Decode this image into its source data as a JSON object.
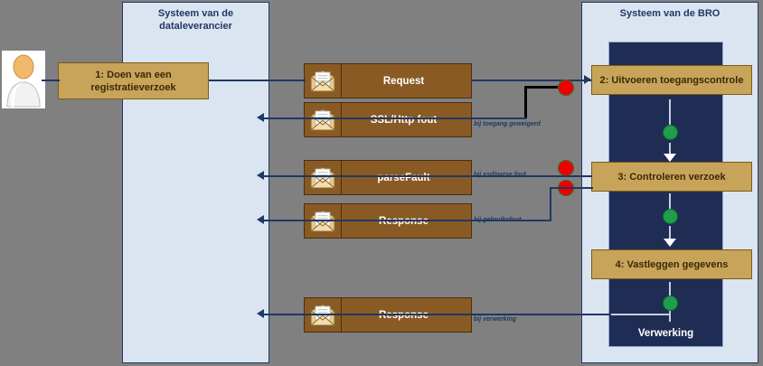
{
  "diagram": {
    "title_datalever": "Systeem van de dataleverancier",
    "title_bro": "Systeem van de BRO",
    "verwerking_label": "Verwerking"
  },
  "actor": {
    "name": "actor-person-icon"
  },
  "activities": [
    {
      "id": "a1",
      "label": "1: Doen van een registratieverzoek"
    },
    {
      "id": "a2",
      "label": "2: Uitvoeren toegangscontrole"
    },
    {
      "id": "a3",
      "label": "3:  Controleren verzoek"
    },
    {
      "id": "a4",
      "label": "4: Vastleggen gegevens"
    }
  ],
  "messages": [
    {
      "id": "m1",
      "label": "Request",
      "icon": "envelope-icon"
    },
    {
      "id": "m2",
      "label": "SSL/Http fout",
      "icon": "envelope-icon"
    },
    {
      "id": "m3",
      "label": "parseFault",
      "icon": "envelope-icon"
    },
    {
      "id": "m4",
      "label": "Response",
      "icon": "envelope-icon"
    },
    {
      "id": "m5",
      "label": "Response",
      "icon": "envelope-icon"
    }
  ],
  "notes": [
    {
      "id": "n1",
      "label": "bij toegang geweigerd"
    },
    {
      "id": "n2",
      "label": "bij xsd/parse fout"
    },
    {
      "id": "n3",
      "label": "bij gebruiksfout"
    },
    {
      "id": "n4",
      "label": "bij verwerking"
    }
  ],
  "colors": {
    "lane_fill": "#dbe5f1",
    "lane_border": "#1f3864",
    "dark_column": "#1f2d54",
    "activity_fill": "#c8a35a",
    "message_fill": "#8a5a24",
    "error_dot": "#ee0000",
    "ok_dot": "#1f9e4b",
    "canvas": "#808080"
  }
}
